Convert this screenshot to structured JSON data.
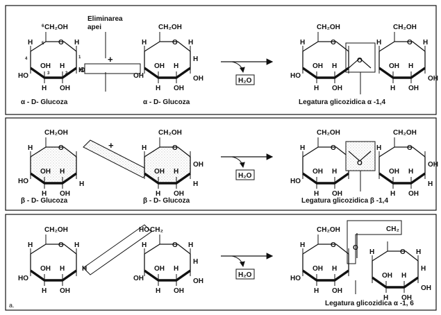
{
  "header": {
    "elim_line1": "Eliminarea",
    "elim_line2": "apei"
  },
  "symbols": {
    "plus": "+",
    "water": "H₂O",
    "ring_O": "O",
    "H": "H",
    "OH": "OH",
    "HO": "HO",
    "CH2OH": "CH₂OH",
    "CH2": "CH₂",
    "bridge_O": "O",
    "n1": "1",
    "n2": "2",
    "n3": "3",
    "n4": "4",
    "n5": "5",
    "n6": "6"
  },
  "panels": [
    {
      "left_label": "α - D- Glucoza",
      "right_label": "α - D- Glucoza",
      "product_label": "Legatura glicozidica α -1,4"
    },
    {
      "left_label": "β - D- Glucoza",
      "right_label": "β - D- Glucoza",
      "product_label": "Legatura glicozidica β -1,4"
    },
    {
      "product_label": "Legatura glicozidica α -1, 6"
    }
  ],
  "footer": {
    "caption": "a."
  }
}
